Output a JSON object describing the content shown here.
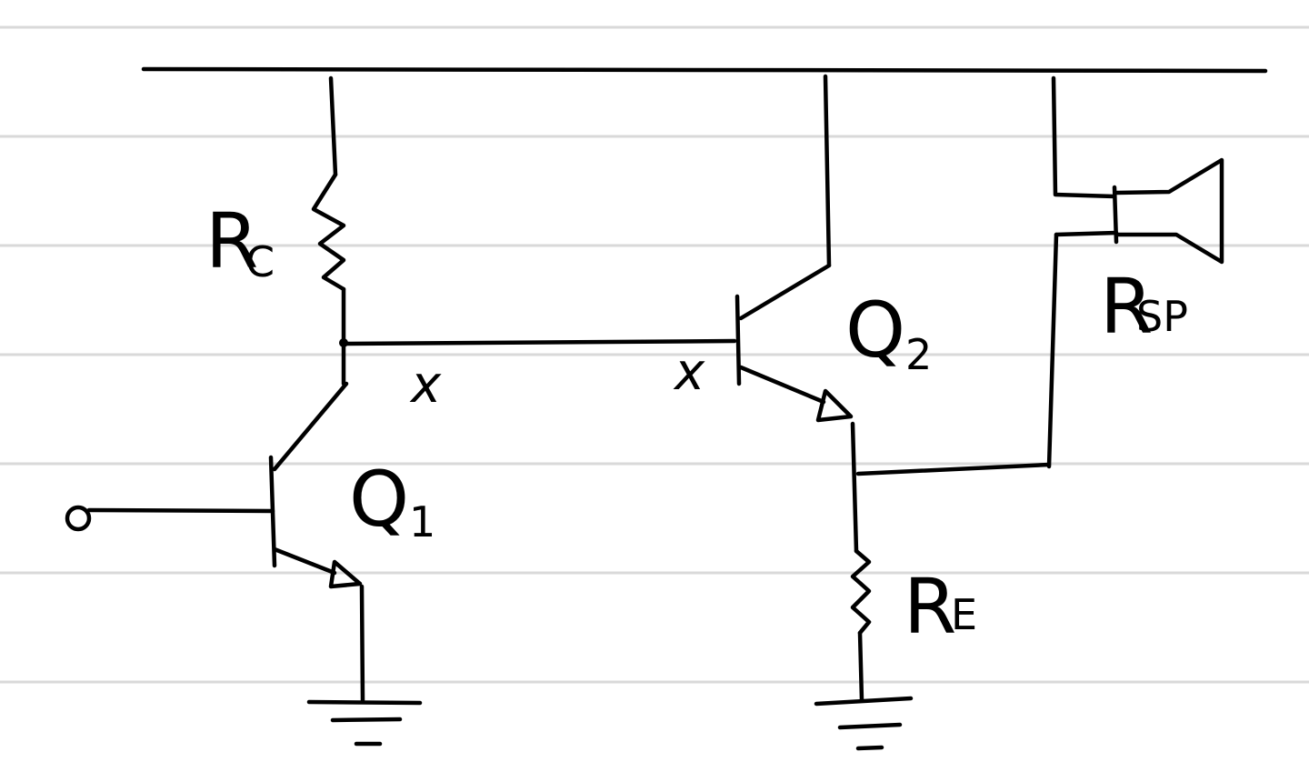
{
  "colors": {
    "ink": "#000000",
    "paper": "#ffffff",
    "ruled_line": "#d9d9d9"
  },
  "labels": {
    "rc": {
      "main": "R",
      "sub": "C"
    },
    "q1": {
      "main": "Q",
      "sub": "1"
    },
    "q2": {
      "main": "Q",
      "sub": "2"
    },
    "re": {
      "main": "R",
      "sub": "E"
    },
    "rsp": {
      "main": "R",
      "sub": "SP"
    },
    "node_x_left": "x",
    "node_x_right": "x"
  },
  "components": [
    "supply-rail",
    "collector-resistor",
    "transistor-q1",
    "transistor-q2",
    "emitter-resistor",
    "speaker",
    "input-terminal",
    "ground-q1",
    "ground-q2"
  ]
}
